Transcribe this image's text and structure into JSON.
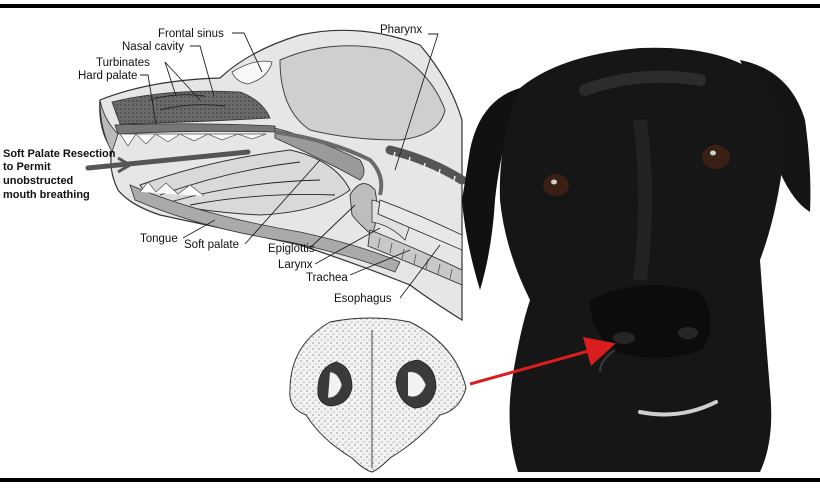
{
  "labels": {
    "frontal_sinus": "Frontal sinus",
    "nasal_cavity": "Nasal cavity",
    "turbinates": "Turbinates",
    "hard_palate": "Hard palate",
    "pharynx": "Pharynx",
    "resection_line1": "Soft Palate Resection",
    "resection_line2": "to Permit",
    "resection_line3": "unobstructed",
    "resection_line4": "mouth breathing",
    "tongue": "Tongue",
    "soft_palate": "Soft palate",
    "epiglottis": "Epiglottis",
    "larynx": "Larynx",
    "trachea": "Trachea",
    "esophagus": "Esophagus"
  },
  "colors": {
    "frame": "#000000",
    "anatomy_gray": "#bdbdbd",
    "anatomy_dark": "#7a7a7a",
    "airway_arrow": "#555555",
    "pointer_arrow": "#d81e1e",
    "dog_fur": "#111111"
  }
}
